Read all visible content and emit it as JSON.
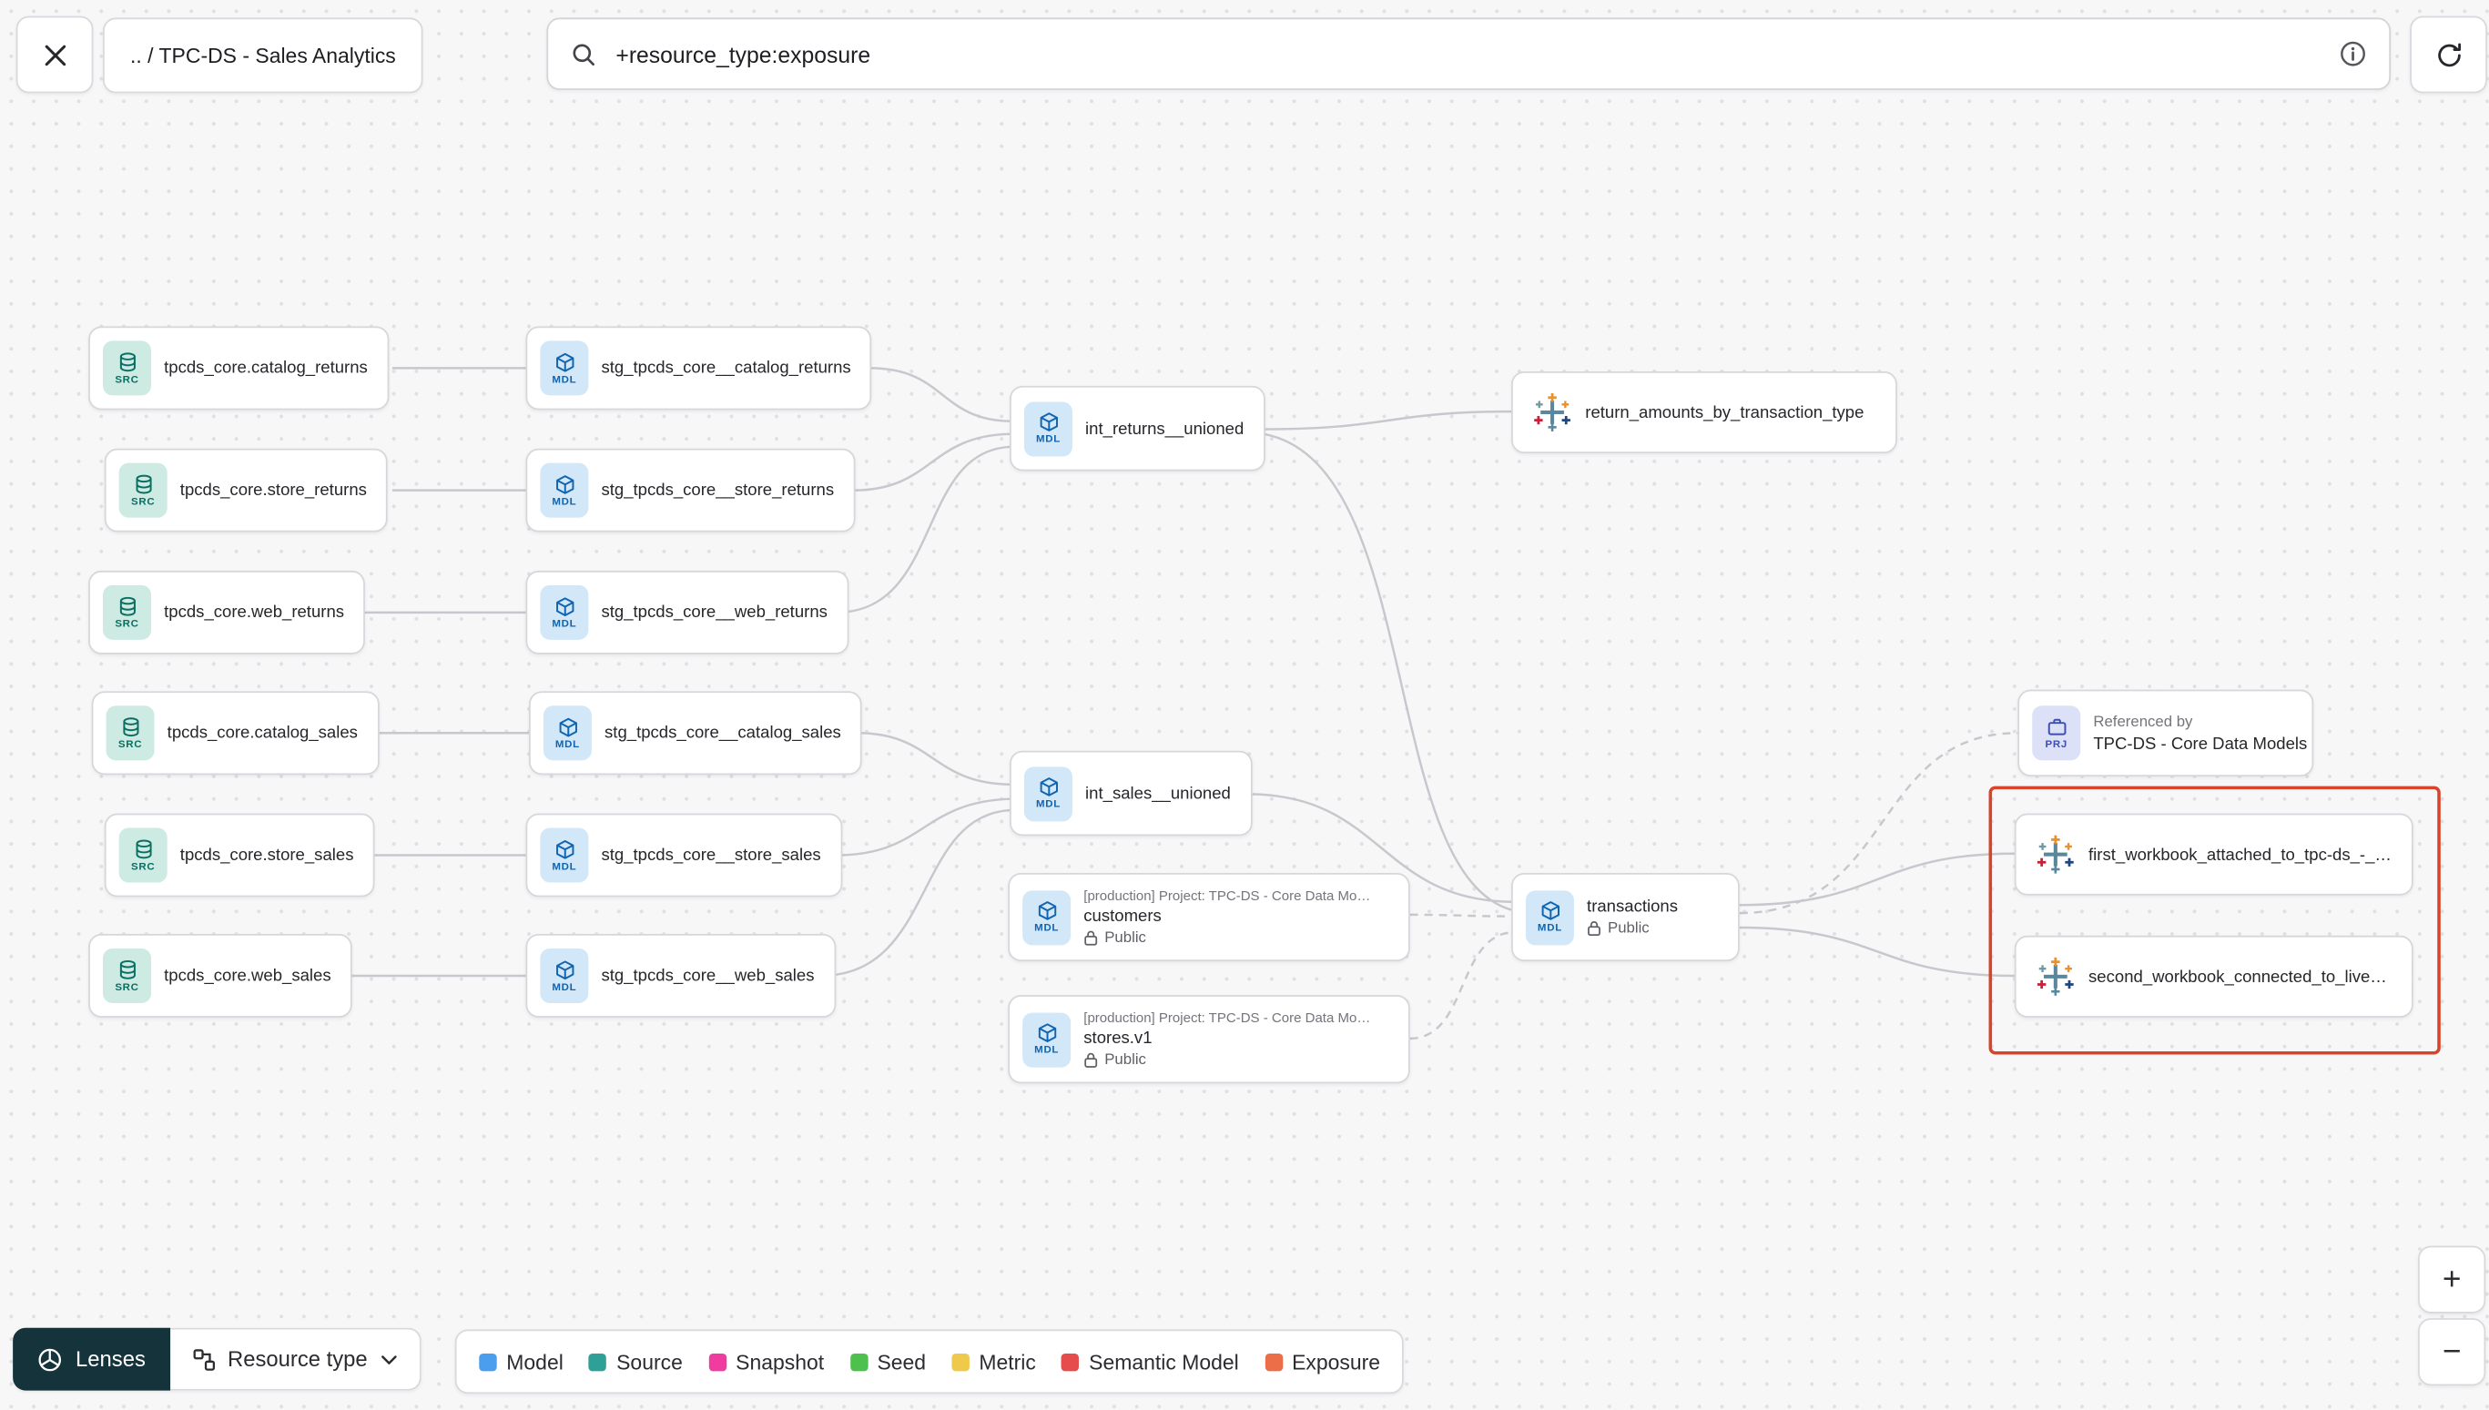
{
  "topbar": {
    "breadcrumb": ".. / TPC-DS - Sales Analytics",
    "search": {
      "value": "+resource_type:exposure"
    }
  },
  "badges": {
    "source": "SRC",
    "model": "MDL",
    "project": "PRJ"
  },
  "nodes": {
    "sources": [
      {
        "label": "tpcds_core.catalog_returns"
      },
      {
        "label": "tpcds_core.store_returns"
      },
      {
        "label": "tpcds_core.web_returns"
      },
      {
        "label": "tpcds_core.catalog_sales"
      },
      {
        "label": "tpcds_core.store_sales"
      },
      {
        "label": "tpcds_core.web_sales"
      }
    ],
    "staging": [
      {
        "label": "stg_tpcds_core__catalog_returns"
      },
      {
        "label": "stg_tpcds_core__store_returns"
      },
      {
        "label": "stg_tpcds_core__web_returns"
      },
      {
        "label": "stg_tpcds_core__catalog_sales"
      },
      {
        "label": "stg_tpcds_core__store_sales"
      },
      {
        "label": "stg_tpcds_core__web_sales"
      }
    ],
    "int_returns": {
      "label": "int_returns__unioned"
    },
    "int_sales": {
      "label": "int_sales__unioned"
    },
    "exposure_returns": {
      "label": "return_amounts_by_transaction_type"
    },
    "customers": {
      "project": "[production] Project: TPC-DS - Core Data Mo…",
      "label": "customers",
      "visibility": "Public"
    },
    "stores": {
      "project": "[production] Project: TPC-DS - Core Data Mo…",
      "label": "stores.v1",
      "visibility": "Public"
    },
    "transactions": {
      "label": "transactions",
      "visibility": "Public"
    },
    "referenced_by": {
      "title": "Referenced by",
      "label": "TPC-DS - Core Data Models"
    },
    "workbook_first": {
      "label": "first_workbook_attached_to_tpc-ds_-_…"
    },
    "workbook_second": {
      "label": "second_workbook_connected_to_live…"
    }
  },
  "footer": {
    "lenses_label": "Lenses",
    "resource_type_label": "Resource type",
    "legend": [
      {
        "label": "Model",
        "color": "#4a9eed"
      },
      {
        "label": "Source",
        "color": "#2fa097"
      },
      {
        "label": "Snapshot",
        "color": "#ee3d9f"
      },
      {
        "label": "Seed",
        "color": "#4dc04d"
      },
      {
        "label": "Metric",
        "color": "#eec94b"
      },
      {
        "label": "Semantic Model",
        "color": "#e64c4c"
      },
      {
        "label": "Exposure",
        "color": "#ec6e49"
      }
    ]
  },
  "zoom": {
    "in": "+",
    "out": "−"
  },
  "colors": {
    "highlight": "#d8432b"
  }
}
